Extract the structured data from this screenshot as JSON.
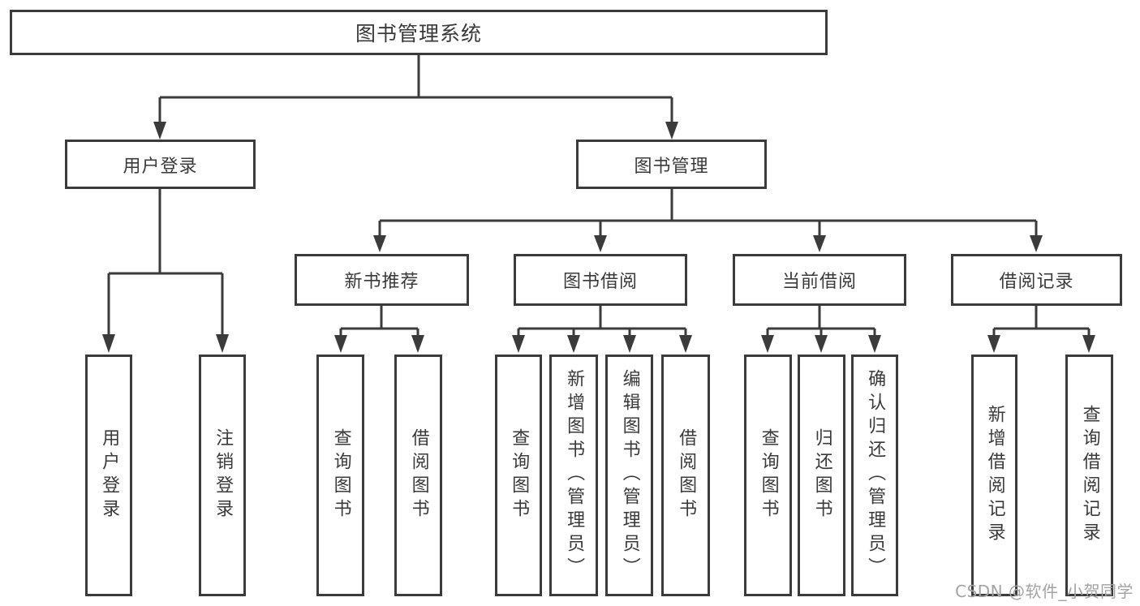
{
  "tree": {
    "label": "图书管理系统",
    "children": [
      {
        "label": "用户登录",
        "children": [
          {
            "label": "用户登录"
          },
          {
            "label": "注销登录"
          }
        ]
      },
      {
        "label": "图书管理",
        "children": [
          {
            "label": "新书推荐",
            "children": [
              {
                "label": "查询图书"
              },
              {
                "label": "借阅图书"
              }
            ]
          },
          {
            "label": "图书借阅",
            "children": [
              {
                "label": "查询图书"
              },
              {
                "label": "新增图书（管理员）"
              },
              {
                "label": "编辑图书（管理员）"
              },
              {
                "label": "借阅图书"
              }
            ]
          },
          {
            "label": "当前借阅",
            "children": [
              {
                "label": "查询图书"
              },
              {
                "label": "归还图书"
              },
              {
                "label": "确认归还（管理员）"
              }
            ]
          },
          {
            "label": "借阅记录",
            "children": [
              {
                "label": "新增借阅记录"
              },
              {
                "label": "查询借阅记录"
              }
            ]
          }
        ]
      }
    ]
  },
  "watermark": {
    "text": "CSDN @软件_小贺同学"
  },
  "colors": {
    "line": "#3b3b3b",
    "text": "#3a3a3a",
    "watermark": "#a3a3a3",
    "background": "#ffffff"
  }
}
